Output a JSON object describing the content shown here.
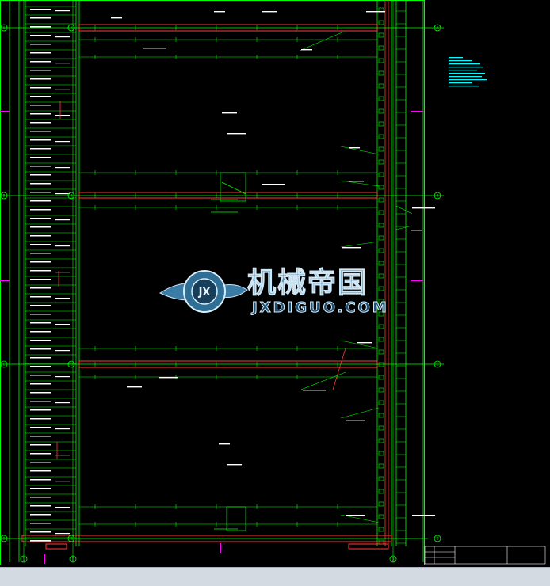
{
  "watermark": {
    "cn_text": "机械帝国",
    "en_text": "JXDIGUO.COM",
    "emblem_text": "JX"
  },
  "colors": {
    "canvas": "#000000",
    "grid_line": "#00ff00",
    "beam": "#ff3b3b",
    "text": "#ffffff",
    "notes": "#00ffff",
    "axis_bubble": "#00ff00",
    "section_mark": "#ff00ff",
    "statusbar": "#d4dae1"
  },
  "axes": {
    "left_bubbles": [
      "A",
      "B",
      "C",
      "D"
    ],
    "bottom_bubbles": [
      "1",
      "2",
      "3"
    ]
  },
  "notes": {
    "title": ""
  },
  "title_block": {
    "label": "",
    "sheet_no": ""
  }
}
